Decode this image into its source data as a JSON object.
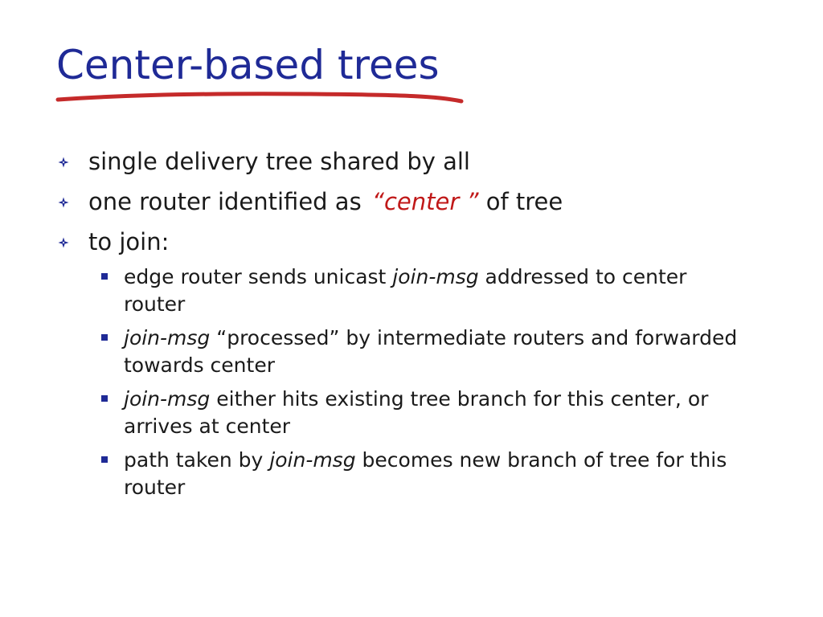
{
  "slide": {
    "title": "Center-based trees",
    "accent_colors": {
      "title": "#1f2a96",
      "underline": "#c52a2a",
      "center_word": "#c01818"
    },
    "bullets": [
      {
        "text": "single delivery tree shared by all"
      },
      {
        "text_before": "one router identified as",
        "open_quote": "“",
        "accent_word": "center",
        "close_quote": "”",
        "text_after": "of tree"
      },
      {
        "text": "to join:"
      }
    ],
    "sub_bullets": [
      {
        "text_before": "edge router sends unicast ",
        "em": "join-msg",
        "text_after": " addressed to center router"
      },
      {
        "em": "join-msg",
        "text_after": " “processed” by intermediate routers and forwarded towards center"
      },
      {
        "em": "join-msg",
        "text_after": " either hits existing tree branch for this center, or arrives at center"
      },
      {
        "text_before": "path taken by ",
        "em": "join-msg",
        "text_after": " becomes new branch of tree for this router"
      }
    ],
    "icons": {
      "level1_bullet": "diamond-bullet-icon",
      "level2_bullet": "square-bullet-icon"
    }
  }
}
